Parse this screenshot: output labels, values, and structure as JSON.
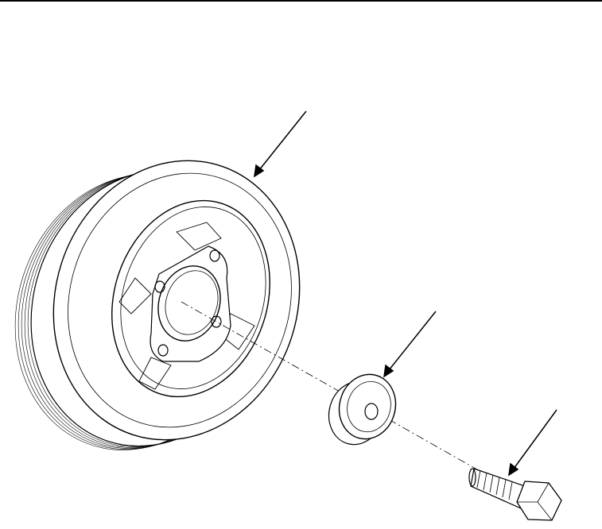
{
  "figure": {
    "line_color": "#000000",
    "background": "#ffffff",
    "parts": [
      "crankshaft-pulley",
      "washer",
      "bolt"
    ]
  }
}
